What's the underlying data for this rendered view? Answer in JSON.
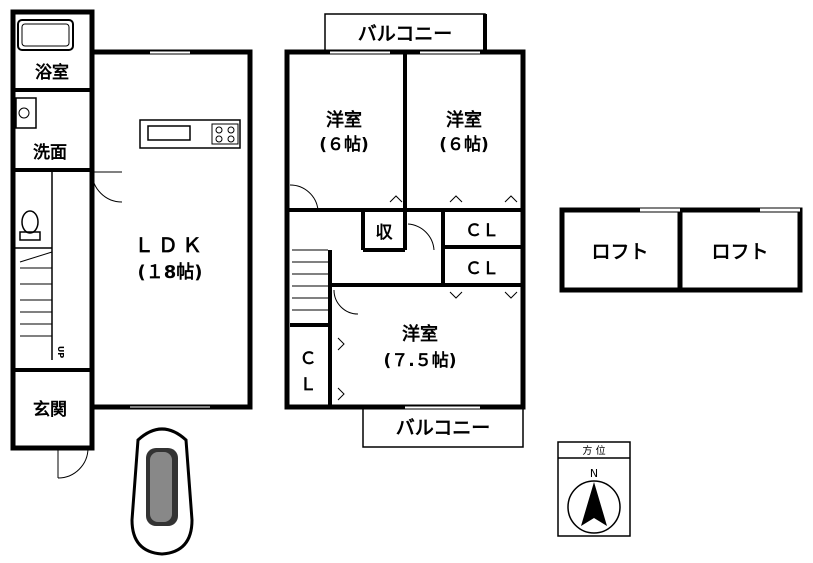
{
  "rooms": {
    "bath": "浴室",
    "washroom": "洗面",
    "entrance": "玄関",
    "ldk_name": "ＬＤＫ",
    "ldk_size": "(１8帖)",
    "western1_name": "洋室",
    "western1_size": "(６帖)",
    "western2_name": "洋室",
    "western2_size": "(６帖)",
    "western3_name": "洋室",
    "western3_size": "(７.５帖)",
    "storage": "収",
    "closet1": "ＣＬ",
    "closet2": "ＣＬ",
    "closet3_top": "Ｃ",
    "closet3_bottom": "Ｌ",
    "balcony_top": "バルコニー",
    "balcony_bottom": "バルコニー",
    "loft1": "ロフト",
    "loft2": "ロフト",
    "stair_up": "UP"
  },
  "compass": {
    "title": "方 位",
    "north": "N"
  }
}
